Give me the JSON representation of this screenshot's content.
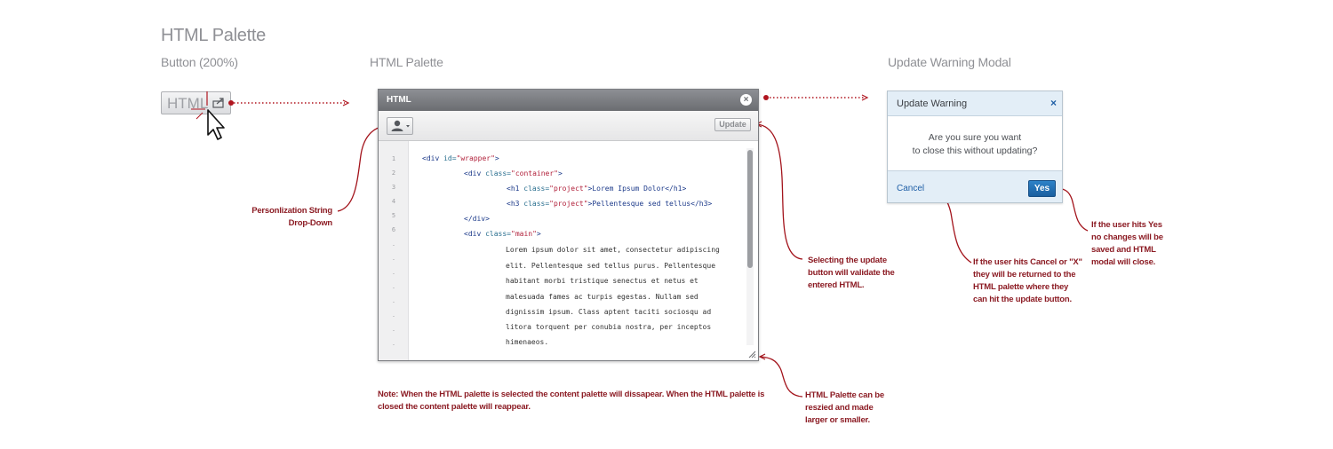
{
  "headings": {
    "main": "HTML Palette",
    "button_section": "Button (200%)",
    "palette_section": "HTML Palette",
    "modal_section": "Update Warning Modal"
  },
  "html_button": {
    "label": "HTML",
    "icon": "external-link-icon"
  },
  "palette": {
    "title": "HTML",
    "close_icon": "close-circle-icon",
    "personalization_icon": "user-dropdown-icon",
    "update_label": "Update",
    "line_numbers": [
      "1",
      "2",
      "3",
      "4",
      "5",
      "6",
      ".",
      ".",
      ".",
      ".",
      ".",
      ".",
      ".",
      "."
    ],
    "code": {
      "l1_open": "<div ",
      "l1_attr": "id=",
      "l1_val": "\"wrapper\"",
      "l1_close": ">",
      "l2_open": "<div ",
      "l2_attr": "class=",
      "l2_val": "\"container\"",
      "l2_close": ">",
      "l3_open": "<h1 ",
      "l3_attr": "class=",
      "l3_val": "\"project\"",
      "l3_close": ">Lorem Ipsum Dolor</h1>",
      "l4_open": "<h3 ",
      "l4_attr": "class=",
      "l4_val": "\"project\"",
      "l4_close": ">Pellentesque sed tellus</h3>",
      "l5": "</div>",
      "l6_open": "<div ",
      "l6_attr": "class=",
      "l6_val": "\"main\"",
      "l6_close": ">",
      "para": [
        "Lorem ipsum dolor sit amet, consectetur adipiscing",
        "elit. Pellentesque sed tellus purus. Pellentesque",
        "habitant morbi tristique senectus et netus et",
        "malesuada fames ac turpis egestas. Nullam sed",
        "dignissim ipsum. Class aptent taciti sociosqu ad",
        "litora torquent per conubia nostra, per inceptos",
        "himenaeos."
      ]
    }
  },
  "modal": {
    "title": "Update Warning",
    "close_glyph": "×",
    "message_line1": "Are you sure you want",
    "message_line2": "to close this without updating?",
    "cancel_label": "Cancel",
    "yes_label": "Yes"
  },
  "annotations": {
    "personalization_1": "Personlization String",
    "personalization_2": "Drop-Down",
    "update_1": "Selecting the update",
    "update_2": "button will validate the",
    "update_3": "entered HTML.",
    "resize_1": "HTML Palette can be",
    "resize_2": "reszied and made",
    "resize_3": "larger or smaller.",
    "cancel_1": "If the user hits Cancel or \"X\"",
    "cancel_2": "they will be returned to the",
    "cancel_3": "HTML palette where they",
    "cancel_4": "can hit the update button.",
    "yes_1": "If the user hits Yes",
    "yes_2": "no changes will be",
    "yes_3": "saved and HTML",
    "yes_4": "modal will close.",
    "note_1": "Note: When the HTML palette is selected the content palette will dissapear. When the HTML palette is",
    "note_2": "closed the content palette will reappear."
  },
  "colors": {
    "annotation": "#8c1c24",
    "heading": "#8f9095",
    "modal_bg": "#e3eef7",
    "primary_button": "#1a5f9f"
  }
}
